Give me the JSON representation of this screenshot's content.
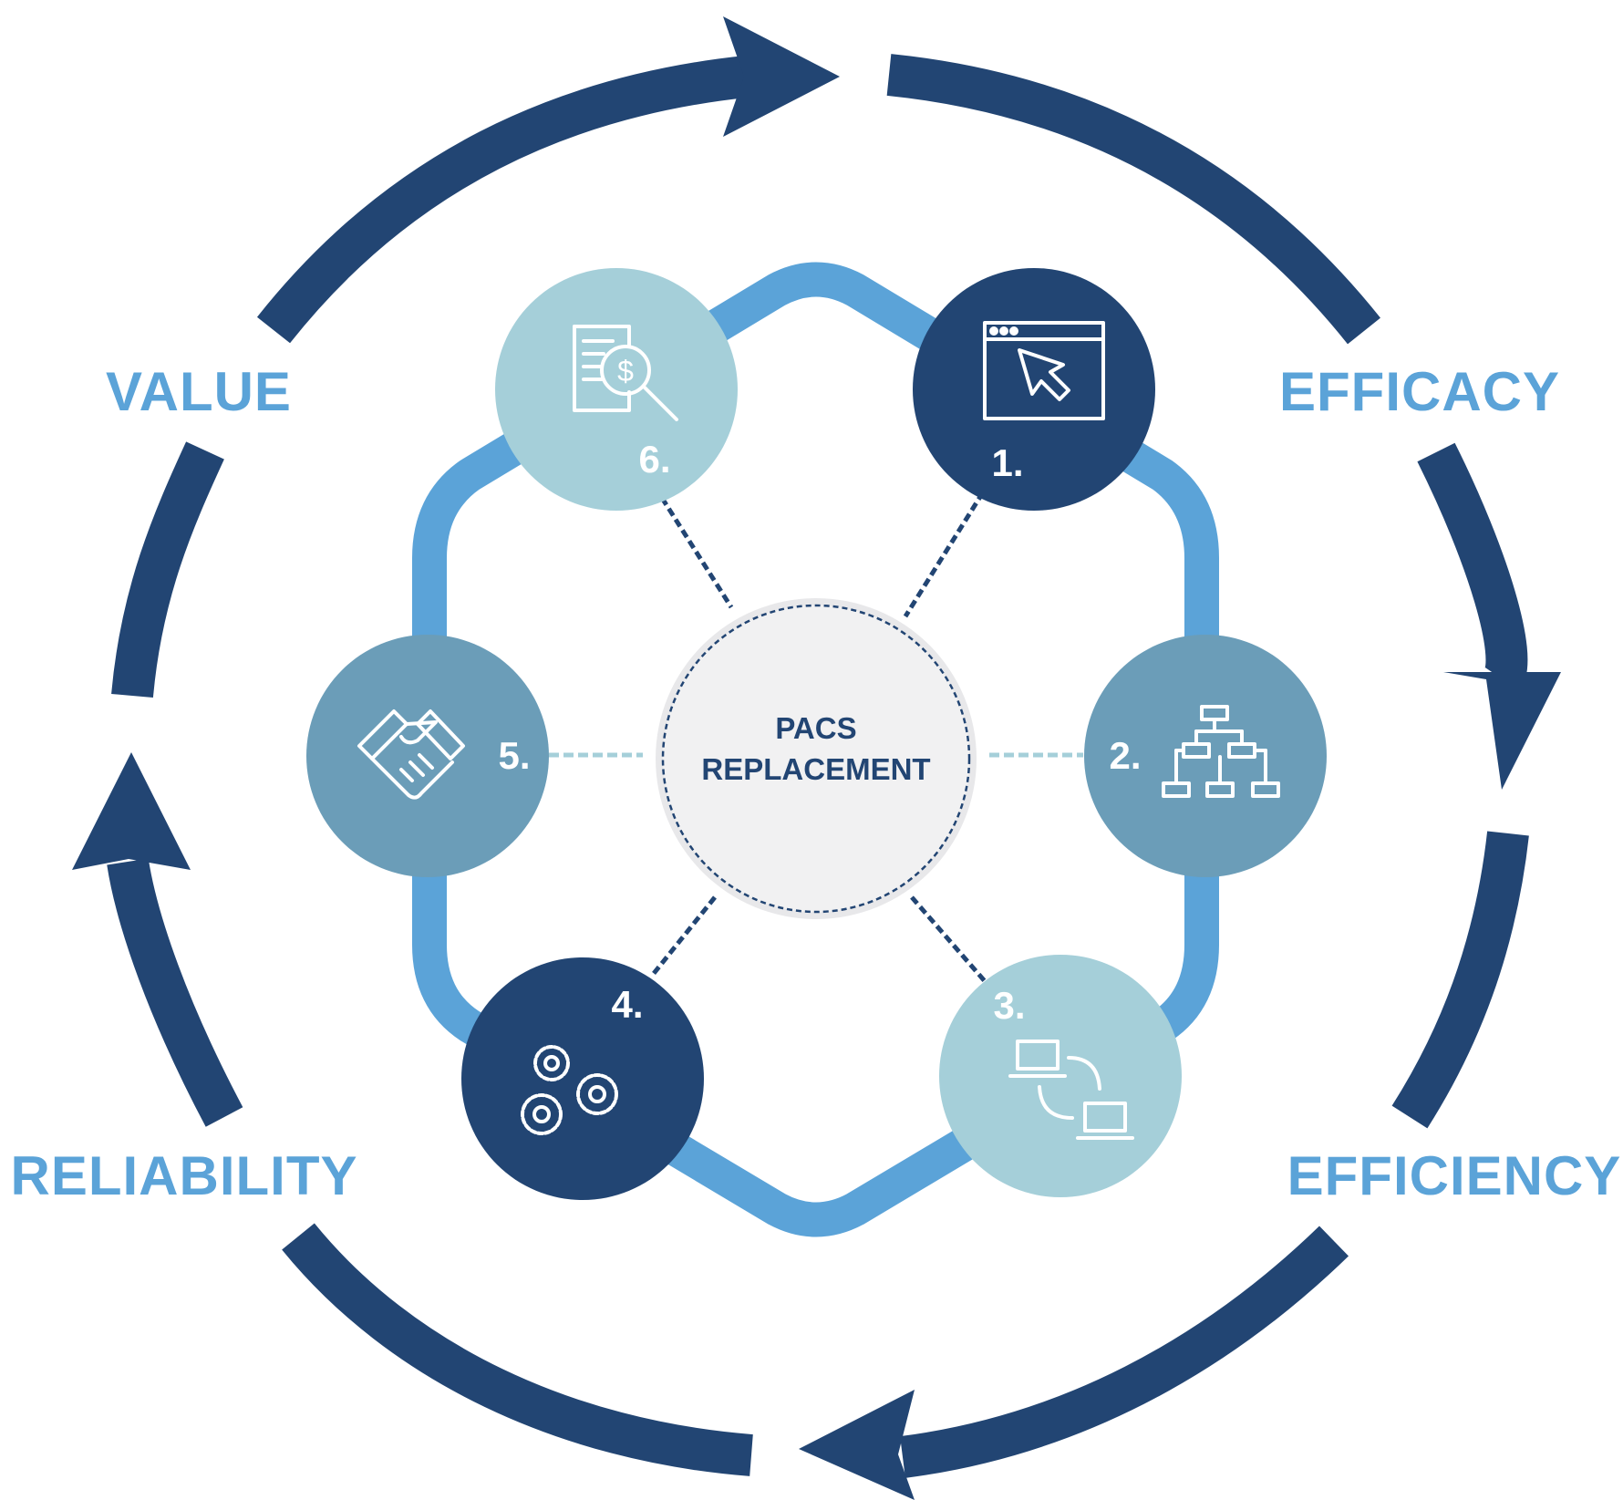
{
  "center": {
    "line1": "PACS",
    "line2": "REPLACEMENT"
  },
  "outer_labels": {
    "value": "VALUE",
    "efficacy": "EFFICACY",
    "efficiency": "EFFICIENCY",
    "reliability": "RELIABILITY"
  },
  "nodes": [
    {
      "number": "1.",
      "icon": "browser-cursor-icon",
      "color": "#224573"
    },
    {
      "number": "2.",
      "icon": "org-chart-icon",
      "color": "#6b9db8"
    },
    {
      "number": "3.",
      "icon": "laptop-sync-icon",
      "color": "#a5cfd9"
    },
    {
      "number": "4.",
      "icon": "gears-icon",
      "color": "#224573"
    },
    {
      "number": "5.",
      "icon": "handshake-icon",
      "color": "#6b9db8"
    },
    {
      "number": "6.",
      "icon": "document-dollar-search-icon",
      "color": "#a5cfd9"
    }
  ],
  "colors": {
    "arrow": "#224573",
    "hexagon": "#5ba3d8",
    "label": "#5ba3d8",
    "center_fill": "#f1f1f2",
    "center_text": "#224573"
  }
}
